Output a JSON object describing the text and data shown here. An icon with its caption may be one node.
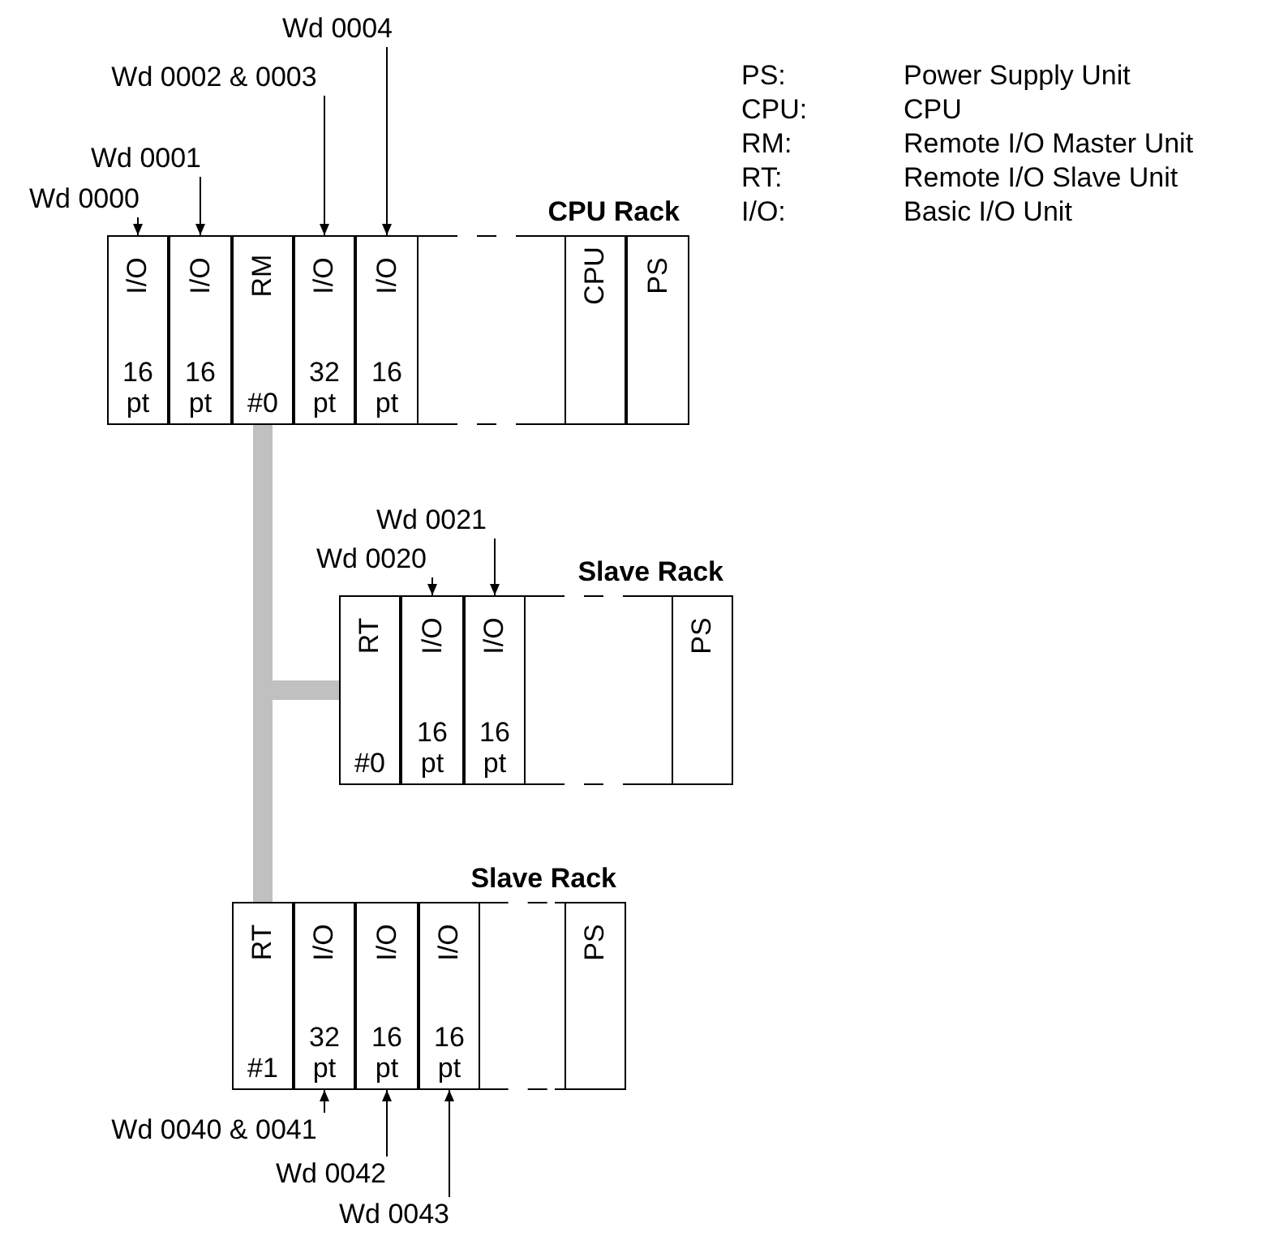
{
  "diagram": {
    "nodes": [
      {
        "text": [
          "Wd 0004"
        ]
      },
      {
        "text": [
          "Wd 0002 & 0003"
        ]
      },
      {
        "text": [
          "Wd 0001"
        ]
      },
      {
        "text": [
          "Wd 0000"
        ]
      },
      {
        "text": [
          "CPU Rack"
        ]
      },
      {
        "text": [
          "I/O",
          "16 pt"
        ],
        "in": 4
      },
      {
        "text": [
          "I/O",
          "16 pt"
        ],
        "in": 4
      },
      {
        "text": [
          "RM",
          "#0"
        ],
        "in": 4
      },
      {
        "text": [
          "I/O",
          "32 pt"
        ],
        "in": 4
      },
      {
        "text": [
          "I/O",
          "16 pt"
        ],
        "in": 4
      },
      {
        "text": [
          "CPU"
        ],
        "in": 4
      },
      {
        "text": [
          "PS"
        ],
        "in": 4
      },
      {
        "text": [
          "Wd 0021"
        ]
      },
      {
        "text": [
          "Wd 0020"
        ]
      },
      {
        "text": [
          "Slave Rack"
        ]
      },
      {
        "text": [
          "RT",
          "#0"
        ],
        "in": 14
      },
      {
        "text": [
          "I/O",
          "16 pt"
        ],
        "in": 14
      },
      {
        "text": [
          "I/O",
          "16 pt"
        ],
        "in": 14
      },
      {
        "text": [
          "PS"
        ],
        "in": 14
      },
      {
        "text": [
          "Slave Rack"
        ]
      },
      {
        "text": [
          "RT",
          "#1"
        ],
        "in": 19
      },
      {
        "text": [
          "I/O",
          "32 pt"
        ],
        "in": 19
      },
      {
        "text": [
          "I/O",
          "16 pt"
        ],
        "in": 19
      },
      {
        "text": [
          "I/O",
          "16 pt"
        ],
        "in": 19
      },
      {
        "text": [
          "PS"
        ],
        "in": 19
      },
      {
        "text": [
          "Wd 0040 & 0041"
        ]
      },
      {
        "text": [
          "Wd 0042"
        ]
      },
      {
        "text": [
          "Wd 0043"
        ]
      }
    ],
    "edges": [
      {
        "from": 7,
        "to": 15,
        "arrow": "none",
        "style": "thick",
        "color": "#c0c0c0"
      },
      {
        "from": 7,
        "to": 20,
        "arrow": "none",
        "style": "thick",
        "color": "#c0c0c0"
      },
      {
        "from": 3,
        "to": 5,
        "arrow": "to"
      },
      {
        "from": 2,
        "to": 6,
        "arrow": "to"
      },
      {
        "from": 1,
        "to": 8,
        "arrow": "to"
      },
      {
        "from": 0,
        "to": 9,
        "arrow": "to"
      },
      {
        "from": 13,
        "to": 16,
        "arrow": "to"
      },
      {
        "from": 12,
        "to": 17,
        "arrow": "to"
      },
      {
        "from": 25,
        "to": 21,
        "arrow": "to"
      },
      {
        "from": 26,
        "to": 22,
        "arrow": "to"
      },
      {
        "from": 27,
        "to": 23,
        "arrow": "to"
      }
    ],
    "labels": [
      "PS:",
      "Power Supply Unit",
      "CPU:",
      "CPU",
      "RM:",
      "Remote I/O Master Unit",
      "RT:",
      "Remote I/O Slave Unit",
      "I/O:",
      "Basic I/O Unit"
    ]
  }
}
